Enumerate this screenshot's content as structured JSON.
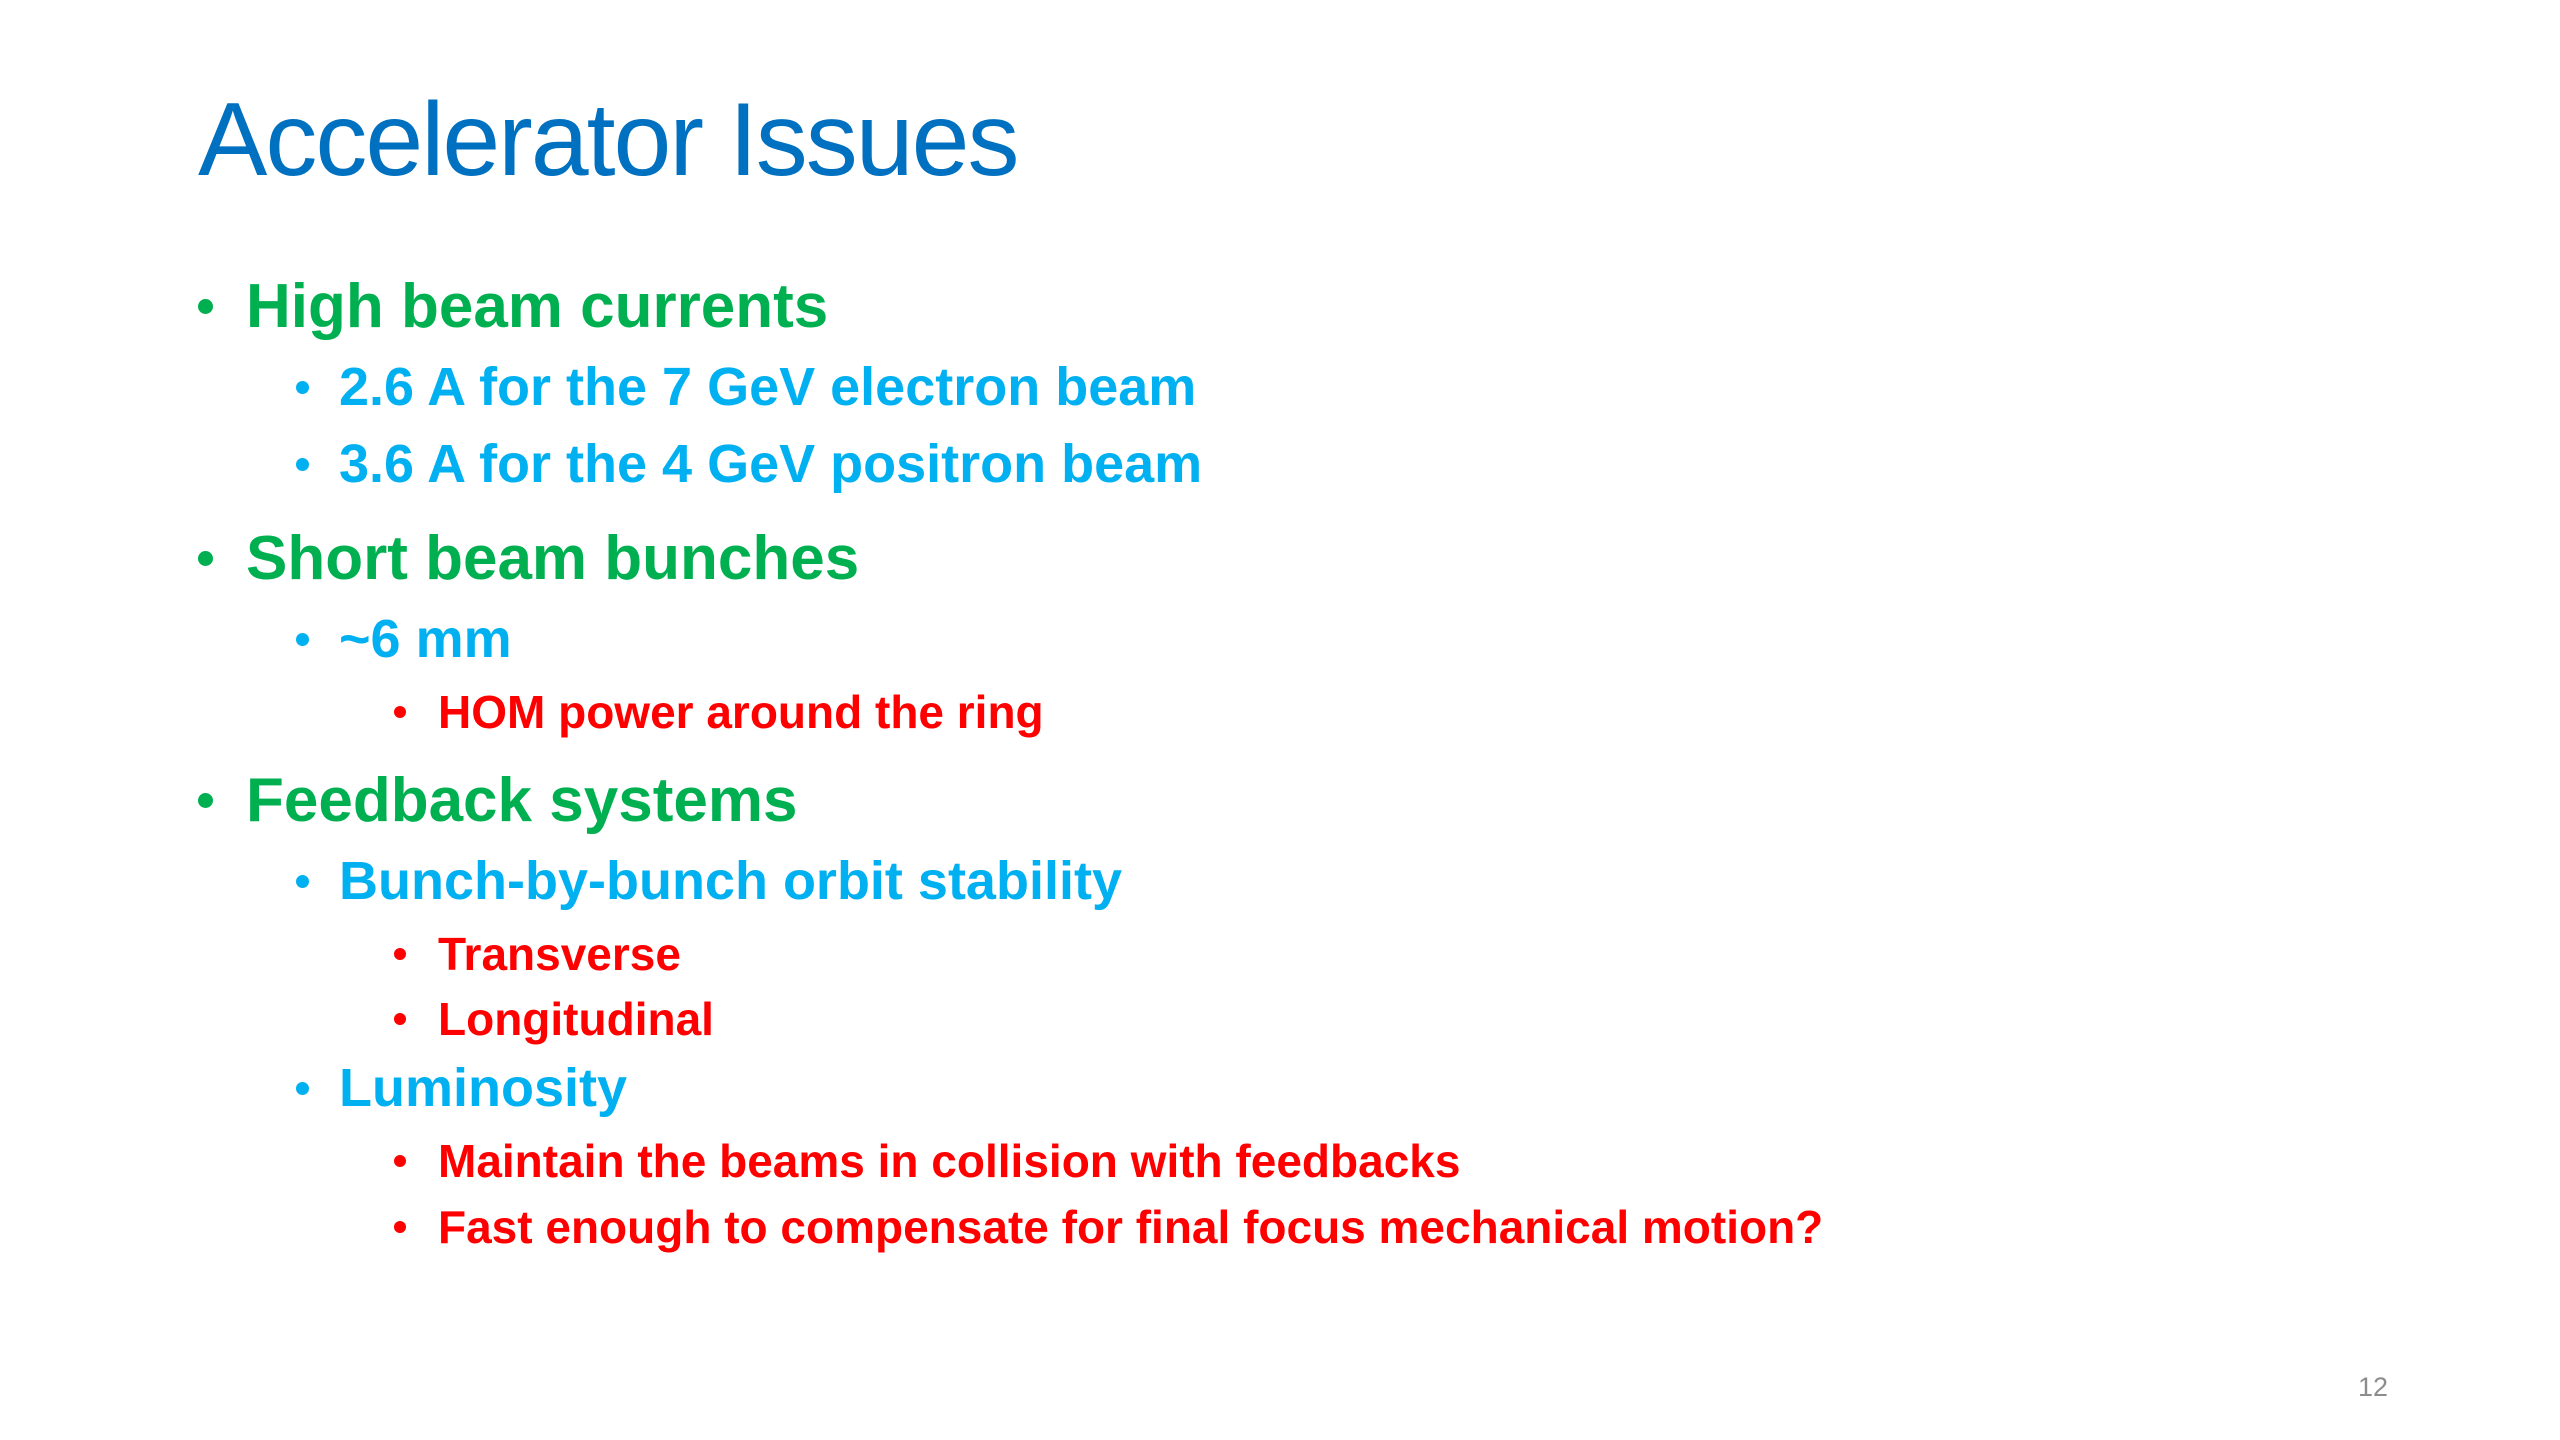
{
  "slide": {
    "title": "Accelerator Issues",
    "page_number": "12",
    "colors": {
      "title": "#0070C0",
      "level1": "#00B050",
      "level2": "#00B0F0",
      "level3": "#FF0000"
    },
    "bullets": [
      {
        "level": 1,
        "text": "High beam currents"
      },
      {
        "level": 2,
        "text": "2.6 A for the 7 GeV electron beam"
      },
      {
        "level": 2,
        "text": "3.6 A for the 4 GeV positron beam"
      },
      {
        "level": 1,
        "text": "Short beam bunches"
      },
      {
        "level": 2,
        "text": "~6 mm"
      },
      {
        "level": 3,
        "text": "HOM power around the ring"
      },
      {
        "level": 1,
        "text": "Feedback systems"
      },
      {
        "level": 2,
        "text": "Bunch-by-bunch orbit stability"
      },
      {
        "level": 3,
        "text": "Transverse"
      },
      {
        "level": 3,
        "text": "Longitudinal"
      },
      {
        "level": 2,
        "text": "Luminosity"
      },
      {
        "level": 3,
        "text": "Maintain the beams in collision with feedbacks"
      },
      {
        "level": 3,
        "text": "Fast enough to compensate for final focus mechanical motion?"
      }
    ]
  }
}
